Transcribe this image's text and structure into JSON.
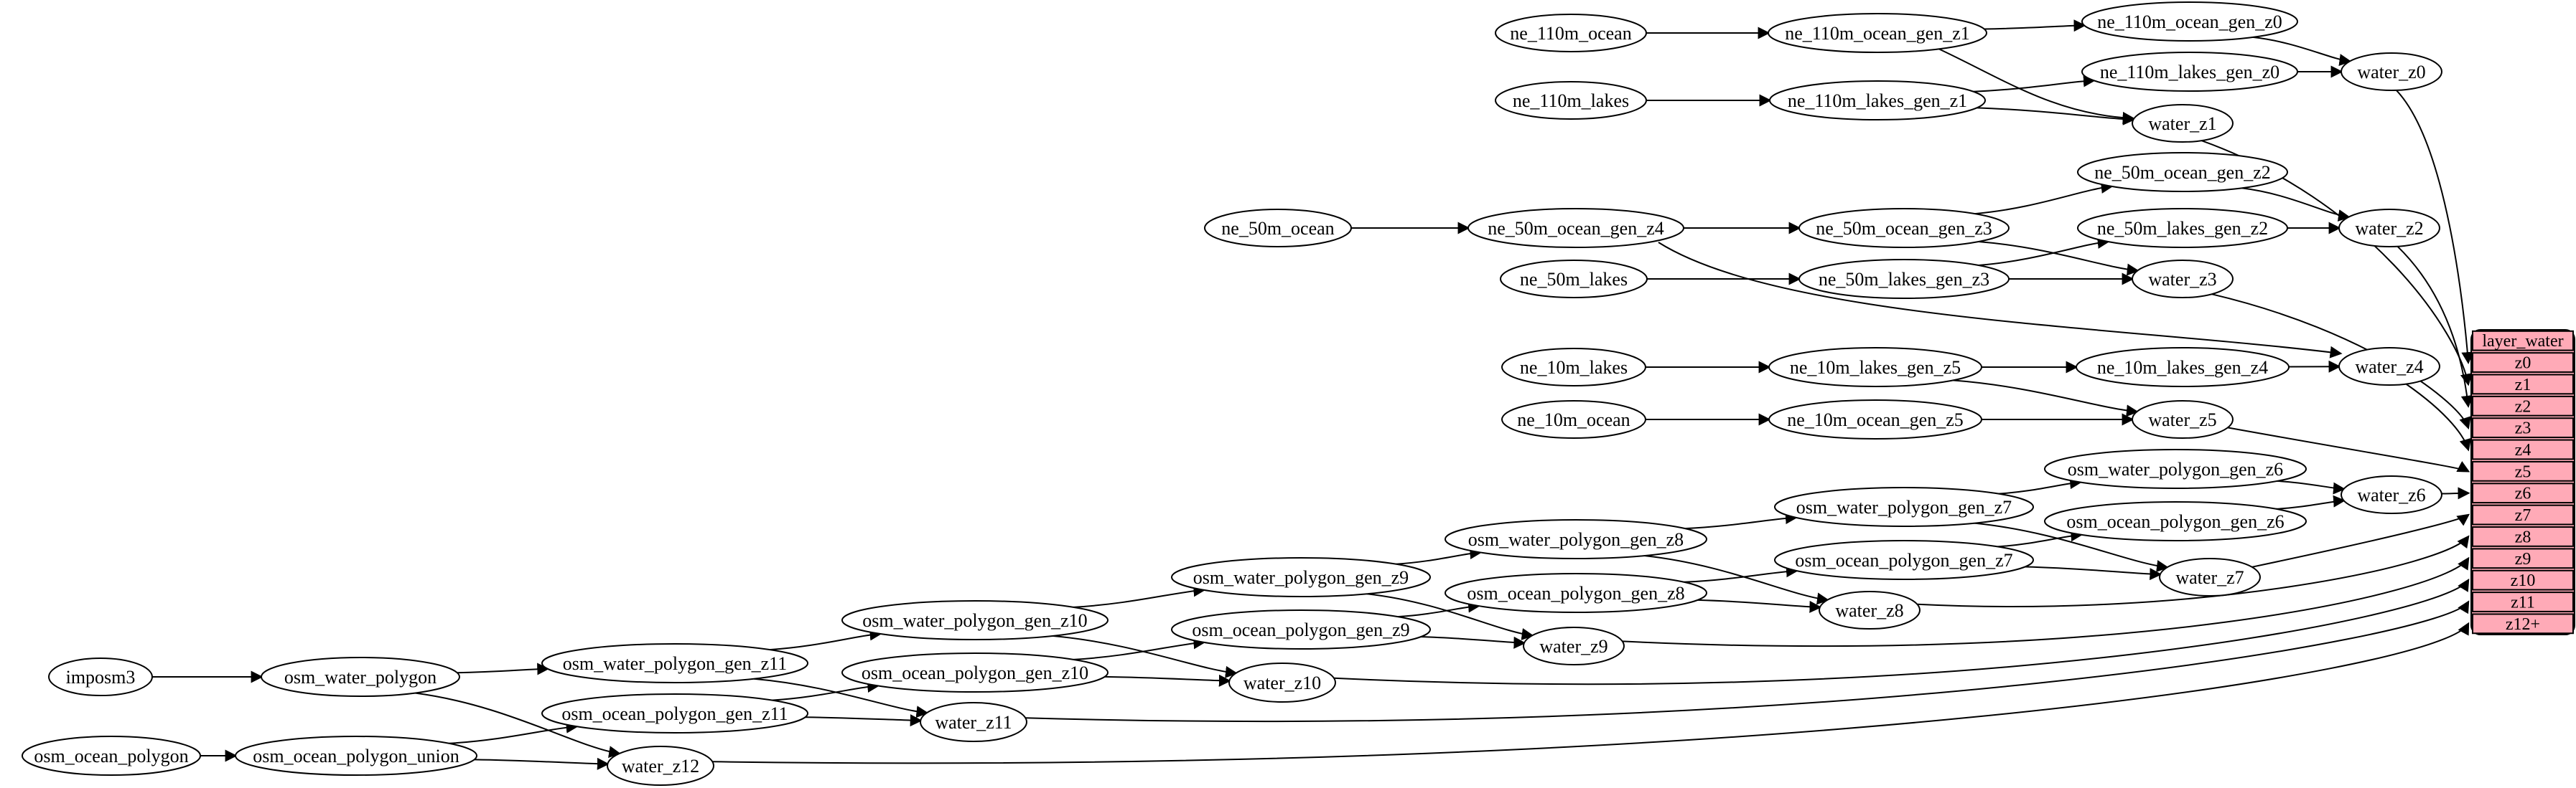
{
  "diagram": {
    "kind": "etl-dependency-graph",
    "nodes": [
      "imposm3",
      "osm_water_polygon",
      "osm_ocean_polygon",
      "osm_ocean_polygon_union",
      "osm_water_polygon_gen_z11",
      "osm_ocean_polygon_gen_z11",
      "osm_water_polygon_gen_z10",
      "osm_ocean_polygon_gen_z10",
      "osm_water_polygon_gen_z9",
      "osm_ocean_polygon_gen_z9",
      "osm_water_polygon_gen_z8",
      "osm_ocean_polygon_gen_z8",
      "osm_water_polygon_gen_z7",
      "osm_ocean_polygon_gen_z7",
      "osm_water_polygon_gen_z6",
      "osm_ocean_polygon_gen_z6",
      "ne_110m_ocean",
      "ne_110m_ocean_gen_z1",
      "ne_110m_ocean_gen_z0",
      "ne_110m_lakes",
      "ne_110m_lakes_gen_z1",
      "ne_110m_lakes_gen_z0",
      "ne_50m_ocean",
      "ne_50m_ocean_gen_z4",
      "ne_50m_ocean_gen_z3",
      "ne_50m_ocean_gen_z2",
      "ne_50m_lakes",
      "ne_50m_lakes_gen_z3",
      "ne_50m_lakes_gen_z2",
      "ne_10m_lakes",
      "ne_10m_lakes_gen_z5",
      "ne_10m_lakes_gen_z4",
      "ne_10m_ocean",
      "ne_10m_ocean_gen_z5",
      "water_z0",
      "water_z1",
      "water_z2",
      "water_z3",
      "water_z4",
      "water_z5",
      "water_z6",
      "water_z7",
      "water_z8",
      "water_z9",
      "water_z10",
      "water_z11",
      "water_z12"
    ],
    "edges": [
      [
        "imposm3",
        "osm_water_polygon"
      ],
      [
        "osm_ocean_polygon",
        "osm_ocean_polygon_union"
      ],
      [
        "osm_water_polygon",
        "osm_water_polygon_gen_z11"
      ],
      [
        "osm_water_polygon",
        "water_z12"
      ],
      [
        "osm_ocean_polygon_union",
        "osm_ocean_polygon_gen_z11"
      ],
      [
        "osm_ocean_polygon_union",
        "water_z12"
      ],
      [
        "osm_water_polygon_gen_z11",
        "osm_water_polygon_gen_z10"
      ],
      [
        "osm_water_polygon_gen_z11",
        "water_z11"
      ],
      [
        "osm_ocean_polygon_gen_z11",
        "osm_ocean_polygon_gen_z10"
      ],
      [
        "osm_ocean_polygon_gen_z11",
        "water_z11"
      ],
      [
        "osm_water_polygon_gen_z10",
        "osm_water_polygon_gen_z9"
      ],
      [
        "osm_water_polygon_gen_z10",
        "water_z10"
      ],
      [
        "osm_ocean_polygon_gen_z10",
        "osm_ocean_polygon_gen_z9"
      ],
      [
        "osm_ocean_polygon_gen_z10",
        "water_z10"
      ],
      [
        "osm_water_polygon_gen_z9",
        "osm_water_polygon_gen_z8"
      ],
      [
        "osm_water_polygon_gen_z9",
        "water_z9"
      ],
      [
        "osm_ocean_polygon_gen_z9",
        "osm_ocean_polygon_gen_z8"
      ],
      [
        "osm_ocean_polygon_gen_z9",
        "water_z9"
      ],
      [
        "osm_water_polygon_gen_z8",
        "osm_water_polygon_gen_z7"
      ],
      [
        "osm_water_polygon_gen_z8",
        "water_z8"
      ],
      [
        "osm_ocean_polygon_gen_z8",
        "osm_ocean_polygon_gen_z7"
      ],
      [
        "osm_ocean_polygon_gen_z8",
        "water_z8"
      ],
      [
        "osm_water_polygon_gen_z7",
        "osm_water_polygon_gen_z6"
      ],
      [
        "osm_water_polygon_gen_z7",
        "water_z7"
      ],
      [
        "osm_ocean_polygon_gen_z7",
        "osm_ocean_polygon_gen_z6"
      ],
      [
        "osm_ocean_polygon_gen_z7",
        "water_z7"
      ],
      [
        "osm_water_polygon_gen_z6",
        "water_z6"
      ],
      [
        "osm_ocean_polygon_gen_z6",
        "water_z6"
      ],
      [
        "ne_110m_ocean",
        "ne_110m_ocean_gen_z1"
      ],
      [
        "ne_110m_ocean_gen_z1",
        "ne_110m_ocean_gen_z0"
      ],
      [
        "ne_110m_ocean_gen_z1",
        "water_z1"
      ],
      [
        "ne_110m_ocean_gen_z0",
        "water_z0"
      ],
      [
        "ne_110m_lakes",
        "ne_110m_lakes_gen_z1"
      ],
      [
        "ne_110m_lakes_gen_z1",
        "ne_110m_lakes_gen_z0"
      ],
      [
        "ne_110m_lakes_gen_z1",
        "water_z1"
      ],
      [
        "ne_110m_lakes_gen_z0",
        "water_z0"
      ],
      [
        "ne_50m_ocean",
        "ne_50m_ocean_gen_z4"
      ],
      [
        "ne_50m_ocean_gen_z4",
        "ne_50m_ocean_gen_z3"
      ],
      [
        "ne_50m_ocean_gen_z4",
        "water_z4"
      ],
      [
        "ne_50m_ocean_gen_z3",
        "ne_50m_ocean_gen_z2"
      ],
      [
        "ne_50m_ocean_gen_z3",
        "water_z3"
      ],
      [
        "ne_50m_ocean_gen_z2",
        "water_z2"
      ],
      [
        "ne_50m_lakes",
        "ne_50m_lakes_gen_z3"
      ],
      [
        "ne_50m_lakes_gen_z3",
        "ne_50m_lakes_gen_z2"
      ],
      [
        "ne_50m_lakes_gen_z3",
        "water_z3"
      ],
      [
        "ne_50m_lakes_gen_z2",
        "water_z2"
      ],
      [
        "ne_10m_lakes",
        "ne_10m_lakes_gen_z5"
      ],
      [
        "ne_10m_lakes_gen_z5",
        "ne_10m_lakes_gen_z4"
      ],
      [
        "ne_10m_lakes_gen_z5",
        "water_z5"
      ],
      [
        "ne_10m_lakes_gen_z4",
        "water_z4"
      ],
      [
        "ne_10m_ocean",
        "ne_10m_ocean_gen_z5"
      ],
      [
        "ne_10m_ocean_gen_z5",
        "water_z5"
      ],
      [
        "water_z0",
        "row:z0"
      ],
      [
        "water_z1",
        "row:z1"
      ],
      [
        "water_z2",
        "row:z2"
      ],
      [
        "water_z3",
        "row:z3"
      ],
      [
        "water_z4",
        "row:z4"
      ],
      [
        "water_z5",
        "row:z5"
      ],
      [
        "water_z6",
        "row:z6"
      ],
      [
        "water_z7",
        "row:z7"
      ],
      [
        "water_z8",
        "row:z8"
      ],
      [
        "water_z9",
        "row:z9"
      ],
      [
        "water_z10",
        "row:z10"
      ],
      [
        "water_z11",
        "row:z11"
      ],
      [
        "water_z12",
        "row:z12+"
      ]
    ],
    "table": {
      "header": "layer_water",
      "rows": [
        "z0",
        "z1",
        "z2",
        "z3",
        "z4",
        "z5",
        "z6",
        "z7",
        "z8",
        "z9",
        "z10",
        "z11",
        "z12+"
      ]
    },
    "colors": {
      "background": "#ffffff",
      "node_fill": "#ffffff",
      "node_stroke": "#000000",
      "edge": "#000000",
      "text": "#000000",
      "table_fill": "#ffaab7",
      "table_stroke": "#000000"
    }
  }
}
